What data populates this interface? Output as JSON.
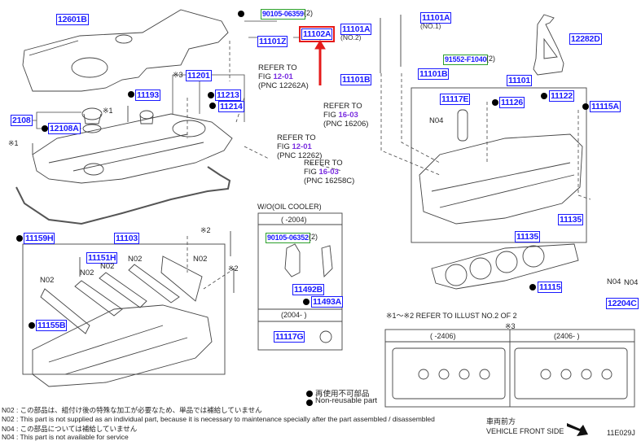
{
  "diagram_id": "11E029J",
  "selected_part": "11102A",
  "parts": {
    "p12601B": {
      "code": "12601B"
    },
    "p11201": {
      "code": "11201",
      "mark": "※3"
    },
    "p11193": {
      "code": "11193",
      "nonreusable": true
    },
    "p12108": {
      "code": "2108"
    },
    "p12108A": {
      "code": "12108A",
      "nonreusable": true
    },
    "p11213": {
      "code": "11213",
      "nonreusable": true
    },
    "p11214": {
      "code": "11214",
      "nonreusable": true
    },
    "p11159H": {
      "code": "11159H",
      "nonreusable": true
    },
    "p11103": {
      "code": "11103"
    },
    "p11151H": {
      "code": "11151H"
    },
    "p11155B": {
      "code": "11155B",
      "nonreusable": true
    },
    "p90105_06359": {
      "code": "90105-06359",
      "qty": "(2)",
      "nonreusable": true
    },
    "p11101Z": {
      "code": "11101Z"
    },
    "p11102A": {
      "code": "11102A"
    },
    "p11101A_no2": {
      "code": "11101A",
      "sub": "(NO.2)"
    },
    "p11101A_no1": {
      "code": "11101A",
      "sub": "(NO.1)"
    },
    "p11101B_l": {
      "code": "11101B"
    },
    "p11101B_r": {
      "code": "11101B"
    },
    "p91552": {
      "code": "91552-F1040",
      "qty": "(2)"
    },
    "p12282D": {
      "code": "12282D"
    },
    "p11101": {
      "code": "11101"
    },
    "p11117E": {
      "code": "11117E"
    },
    "p11126": {
      "code": "11126",
      "nonreusable": true
    },
    "p11122": {
      "code": "11122",
      "nonreusable": true
    },
    "p11115A": {
      "code": "11115A",
      "nonreusable": true
    },
    "p11135a": {
      "code": "11135"
    },
    "p11135b": {
      "code": "11135"
    },
    "p11115": {
      "code": "11115",
      "nonreusable": true
    },
    "p12204C": {
      "code": "12204C"
    },
    "p90105_06352": {
      "code": "90105-06352",
      "qty": "(2)"
    },
    "p11492B": {
      "code": "11492B"
    },
    "p11493A": {
      "code": "11493A",
      "nonreusable": true
    },
    "p11117G": {
      "code": "11117G"
    }
  },
  "labels": {
    "n02": "N02",
    "n04": "N04",
    "mark1": "※1",
    "mark2": "※2",
    "mark3": "※3"
  },
  "refers": [
    {
      "line1": "REFER TO",
      "fig_prefix": "FIG ",
      "fig": "12-01",
      "pnc": "(PNC 12262A)"
    },
    {
      "line1": "REFER TO",
      "fig_prefix": "FIG ",
      "fig": "12-01",
      "pnc": "(PNC 12262)"
    },
    {
      "line1": "REFER TO",
      "fig_prefix": "FIG ",
      "fig": "16-03",
      "pnc": "(PNC 16206)"
    },
    {
      "line1": "REFER TO",
      "fig_prefix": "FIG ",
      "fig": "16-03",
      "pnc": "(PNC 16258C)"
    }
  ],
  "oil_cooler_box": {
    "title": "W/O(OIL COOLER)",
    "period1": "(      -2004)",
    "period2": "(2004-      )"
  },
  "variant_box": {
    "note": "※1～※2 REFER TO ILLUST NO.2 OF 2",
    "mark": "※3",
    "col1": "(      -2406)",
    "col2": "(2406-      )"
  },
  "legend": {
    "jp": "再使用不可部品",
    "en": "Non-reusable part"
  },
  "notes": [
    "N02 : この部品は、組付け後の特殊な加工が必要なため、単品では補給していません",
    "N02 : This part is not supplied as an individual part, because it is necessary to maintenance specially after the part assembled / disassembled",
    "N04 : この部品については補給していません",
    "N04 : This part is not available for service"
  ],
  "vehicle_front": {
    "jp": "車両前方",
    "en": "VEHICLE FRONT SIDE"
  },
  "colors": {
    "pnc_border": "#1a1aff",
    "bolt_border": "#2ca02c",
    "highlight": "#e51a1a",
    "fig_link": "#7a2ee0"
  }
}
